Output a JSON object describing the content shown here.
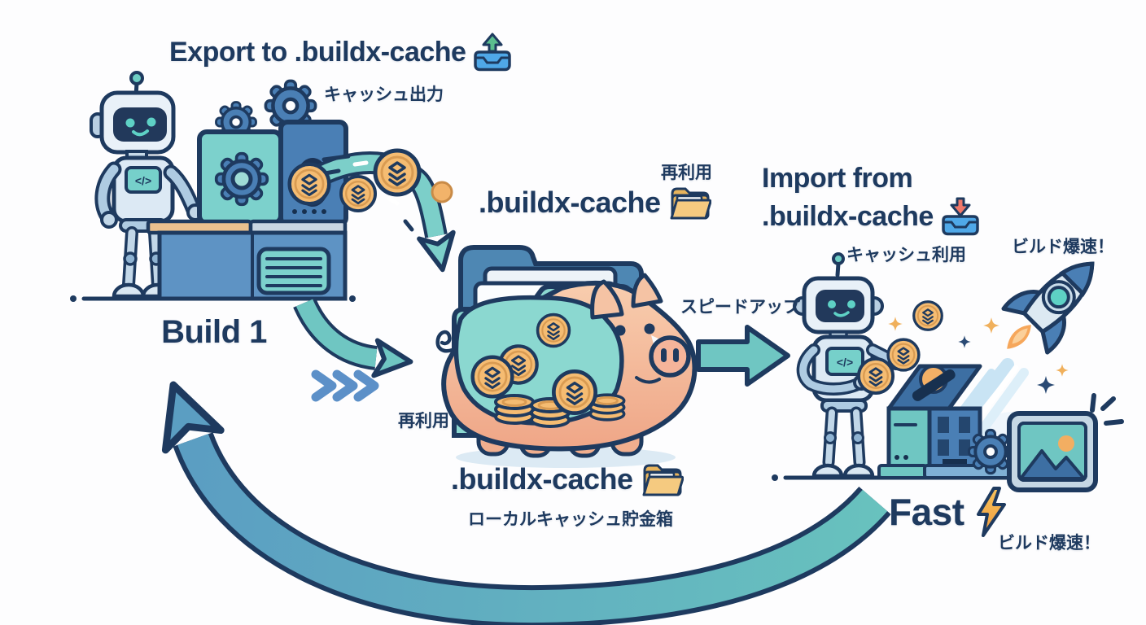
{
  "labels": {
    "export_title": "Export to .buildx-cache",
    "export_subtitle": "キャッシュ出力",
    "build1": "Build 1",
    "reuse_top": "再利用",
    "cache_name_top": ".buildx-cache",
    "import_title_line1": "Import from",
    "import_title_line2": ".buildx-cache",
    "import_subtitle": "キャッシュ利用",
    "speedup": "スピードアップ",
    "reuse_piggy": "再利用",
    "cache_name_bottom": ".buildx-cache",
    "piggy_caption": "ローカルキャッシュ貯金箱",
    "fast": "Fast",
    "blazing_top": "ビルド爆速！",
    "blazing_bottom": "ビルド爆速！",
    "robot_chest_code": "</>"
  },
  "icons": {
    "export_tray": "tray-with-green-up-arrow",
    "import_tray": "tray-with-red-down-arrow",
    "cache_folder": "open-tan-folder",
    "fast_bolt": "orange-lightning-bolt",
    "coin": "gold-coin-with-layer-glyph"
  },
  "colors": {
    "ink_navy": "#1E3A5F",
    "teal": "#6FC6C2",
    "light_teal": "#8BD8D0",
    "steel_blue": "#4A7FB5",
    "sky_blue": "#5E93C4",
    "robot_light": "#DCE9F4",
    "coin_gold": "#F5BC72",
    "piggy_pink": "#F5C0A0",
    "folder_tan": "#E8B45C",
    "bolt_orange": "#F0A544",
    "export_green": "#5BBE8E",
    "import_red": "#F0786A",
    "background": "#FDFDFE"
  }
}
